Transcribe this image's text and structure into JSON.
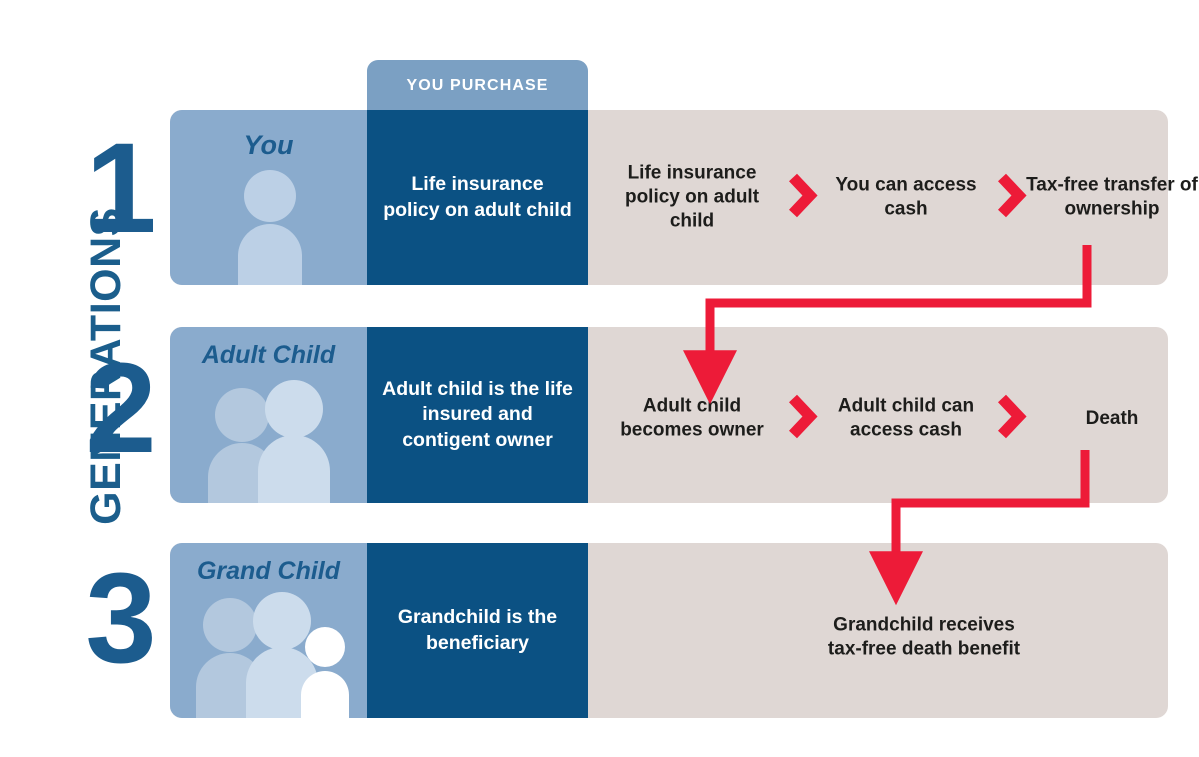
{
  "axis": {
    "label": "GENERATIONS",
    "numbers": [
      "1",
      "2",
      "3"
    ]
  },
  "tab": {
    "label": "YOU PURCHASE"
  },
  "colors": {
    "dark_blue": "#0b5183",
    "mid_blue": "#1c5c8e",
    "light_blue_panel": "#8aabcd",
    "tab_blue": "#7ba0c3",
    "beige": "#dfd7d4",
    "red": "#ed1b38",
    "text_dark": "#1d1d1b",
    "white": "#ffffff"
  },
  "rows": [
    {
      "generation": "1",
      "role": "You",
      "figures": 1,
      "statement": "Life insurance policy on adult child",
      "steps": [
        "Life insurance policy on adult child",
        "You can access cash",
        "Tax-free transfer of ownership"
      ],
      "chevrons": [
        "❯",
        "❯"
      ]
    },
    {
      "generation": "2",
      "role": "Adult Child",
      "figures": 2,
      "statement": "Adult child is the life insured and contigent owner",
      "steps": [
        "Adult child becomes owner",
        "Adult child can access cash",
        "Death"
      ],
      "chevrons": [
        "❯",
        "❯"
      ]
    },
    {
      "generation": "3",
      "role": "Grand Child",
      "figures": 3,
      "statement": "Grandchild is the beneficiary",
      "steps": [
        "Grandchild receives tax-free death benefit"
      ],
      "chevrons": []
    }
  ],
  "connectors": [
    {
      "name": "gen1-to-gen2",
      "from": "Tax-free transfer of ownership",
      "to": "Adult child becomes owner"
    },
    {
      "name": "gen2-to-gen3",
      "from": "Death",
      "to": "Grandchild receives tax-free death benefit"
    }
  ]
}
